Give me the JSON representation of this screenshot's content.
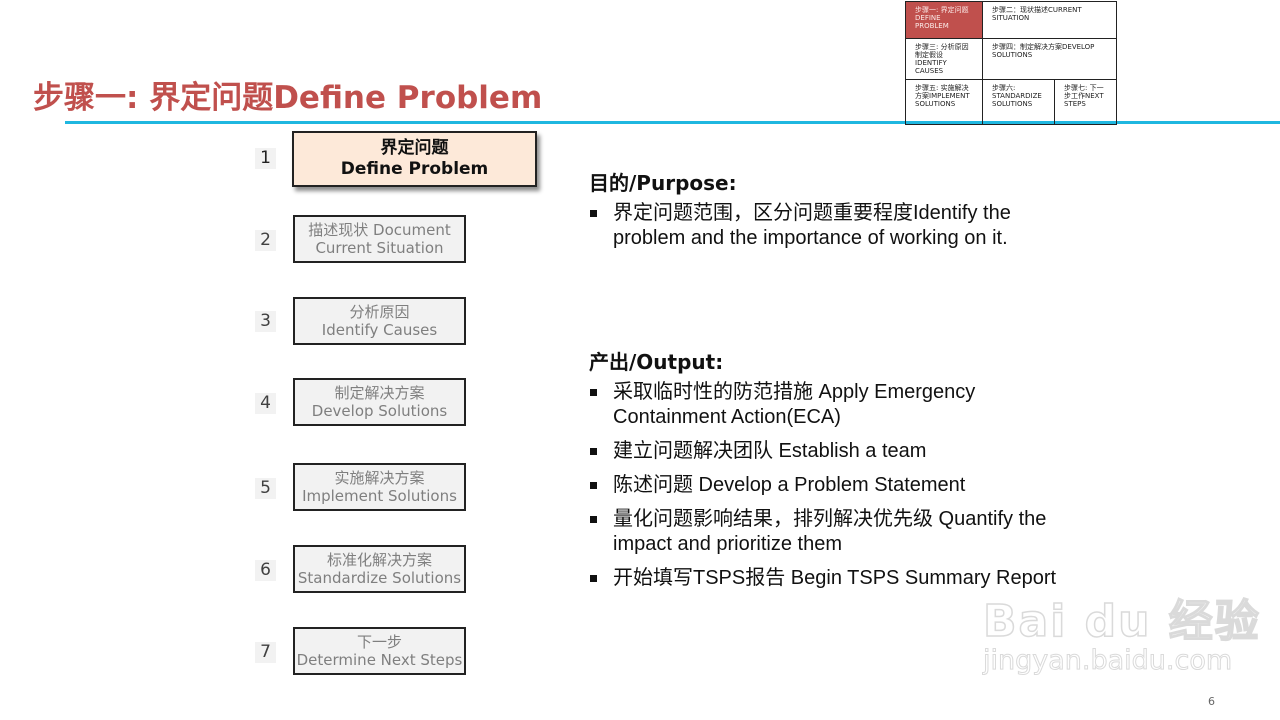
{
  "slide": {
    "title": "步骤一: 界定问题Define Problem",
    "page_number": "6",
    "accent_color": "#c0504d",
    "rule_color": "#1fb7e0"
  },
  "nav_grid": {
    "cells": [
      {
        "label": "步骤一: 界定问题 DEFINE PROBLEM",
        "active": true
      },
      {
        "label": "步骤二：现状描述CURRENT SITUATION",
        "active": false
      },
      {
        "label": "步骤三: 分析原因 制定假设 IDENTIFY CAUSES",
        "active": false
      },
      {
        "label": "步骤四：制定解决方案DEVELOP SOLUTIONS",
        "active": false
      },
      {
        "label": "步骤五: 实施解决方案IMPLEMENT SOLUTIONS",
        "active": false
      },
      {
        "label": "步骤六: STANDARDIZE SOLUTIONS",
        "active": false
      },
      {
        "label": "步骤七: 下一步工作NEXT STEPS",
        "active": false
      }
    ]
  },
  "steps": [
    {
      "number": "1",
      "cn": "界定问题",
      "en": "Define Problem",
      "active": true
    },
    {
      "number": "2",
      "cn": "描述现状 Document",
      "en": "Current Situation",
      "active": false
    },
    {
      "number": "3",
      "cn": "分析原因",
      "en": "Identify Causes",
      "active": false
    },
    {
      "number": "4",
      "cn": "制定解决方案",
      "en": "Develop Solutions",
      "active": false
    },
    {
      "number": "5",
      "cn": "实施解决方案",
      "en": "Implement Solutions",
      "active": false
    },
    {
      "number": "6",
      "cn": "标准化解决方案",
      "en": "Standardize Solutions",
      "active": false
    },
    {
      "number": "7",
      "cn": "下一步",
      "en": "Determine Next Steps",
      "active": false
    }
  ],
  "purpose": {
    "heading": "目的/Purpose:",
    "items": [
      "界定问题范围，区分问题重要程度Identify the problem and the importance of working on it."
    ]
  },
  "output": {
    "heading": "产出/Output:",
    "items": [
      "采取临时性的防范措施 Apply Emergency Containment Action(ECA)",
      "建立问题解决团队 Establish a team",
      "陈述问题 Develop a Problem Statement",
      "量化问题影响结果，排列解决优先级 Quantify the impact and prioritize them",
      "开始填写TSPS报告 Begin TSPS Summary Report"
    ]
  },
  "watermark": {
    "logo": "Bai du 经验",
    "url": "jingyan.baidu.com"
  }
}
